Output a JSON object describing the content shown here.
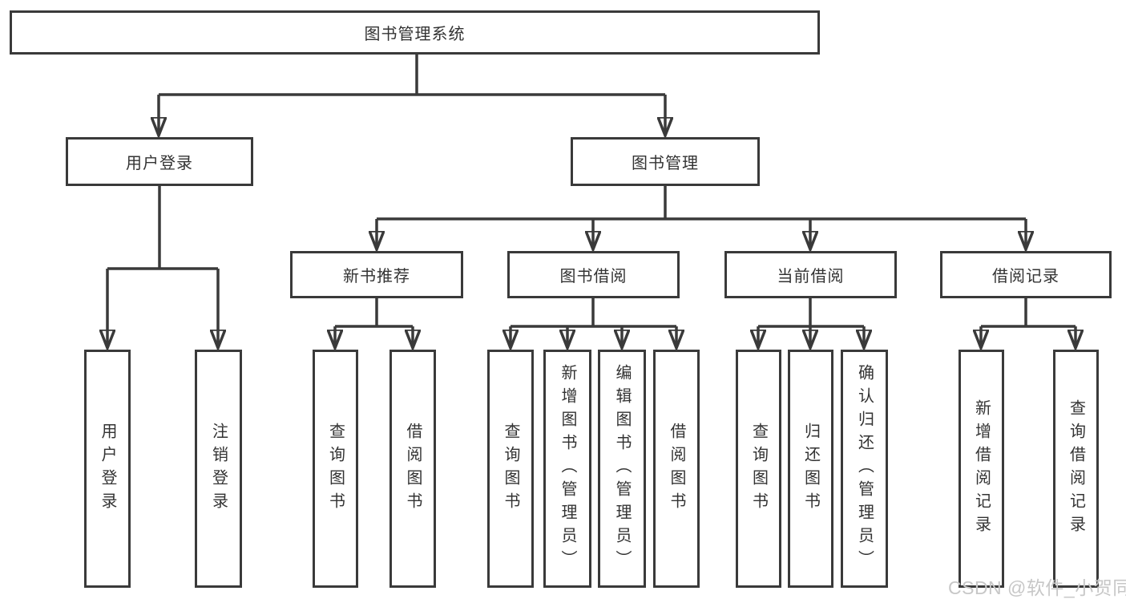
{
  "diagram": {
    "type": "hierarchy-tree",
    "colors": {
      "line": "#3a3a3a",
      "box_border": "#3a3a3a",
      "text": "#333333",
      "background": "#ffffff",
      "watermark": "#c7c7c7"
    },
    "nodes": {
      "root": "图书管理系统",
      "user_login": "用户登录",
      "book_mgmt": "图书管理",
      "new_book_rec": "新书推荐",
      "book_borrow": "图书借阅",
      "current_borrow": "当前借阅",
      "borrow_records": "借阅记录",
      "leaf_user_login": "用户登录",
      "leaf_logout": "注销登录",
      "leaf_query_book_1": "查询图书",
      "leaf_borrow_book_1": "借阅图书",
      "leaf_query_book_2": "查询图书",
      "leaf_add_book_admin": "新增图书（管理员）",
      "leaf_edit_book_admin": "编辑图书（管理员）",
      "leaf_borrow_book_2": "借阅图书",
      "leaf_query_book_3": "查询图书",
      "leaf_return_book": "归还图书",
      "leaf_confirm_return_admin": "确认归还（管理员）",
      "leaf_add_borrow_record": "新增借阅记录",
      "leaf_query_borrow_record": "查询借阅记录"
    },
    "edges": [
      {
        "from": "root",
        "to": [
          "user_login",
          "book_mgmt"
        ]
      },
      {
        "from": "user_login",
        "to": [
          "leaf_user_login",
          "leaf_logout"
        ]
      },
      {
        "from": "book_mgmt",
        "to": [
          "new_book_rec",
          "book_borrow",
          "current_borrow",
          "borrow_records"
        ]
      },
      {
        "from": "new_book_rec",
        "to": [
          "leaf_query_book_1",
          "leaf_borrow_book_1"
        ]
      },
      {
        "from": "book_borrow",
        "to": [
          "leaf_query_book_2",
          "leaf_add_book_admin",
          "leaf_edit_book_admin",
          "leaf_borrow_book_2"
        ]
      },
      {
        "from": "current_borrow",
        "to": [
          "leaf_query_book_3",
          "leaf_return_book",
          "leaf_confirm_return_admin"
        ]
      },
      {
        "from": "borrow_records",
        "to": [
          "leaf_add_borrow_record",
          "leaf_query_borrow_record"
        ]
      }
    ],
    "watermark": "CSDN @软件_小贺同学"
  }
}
